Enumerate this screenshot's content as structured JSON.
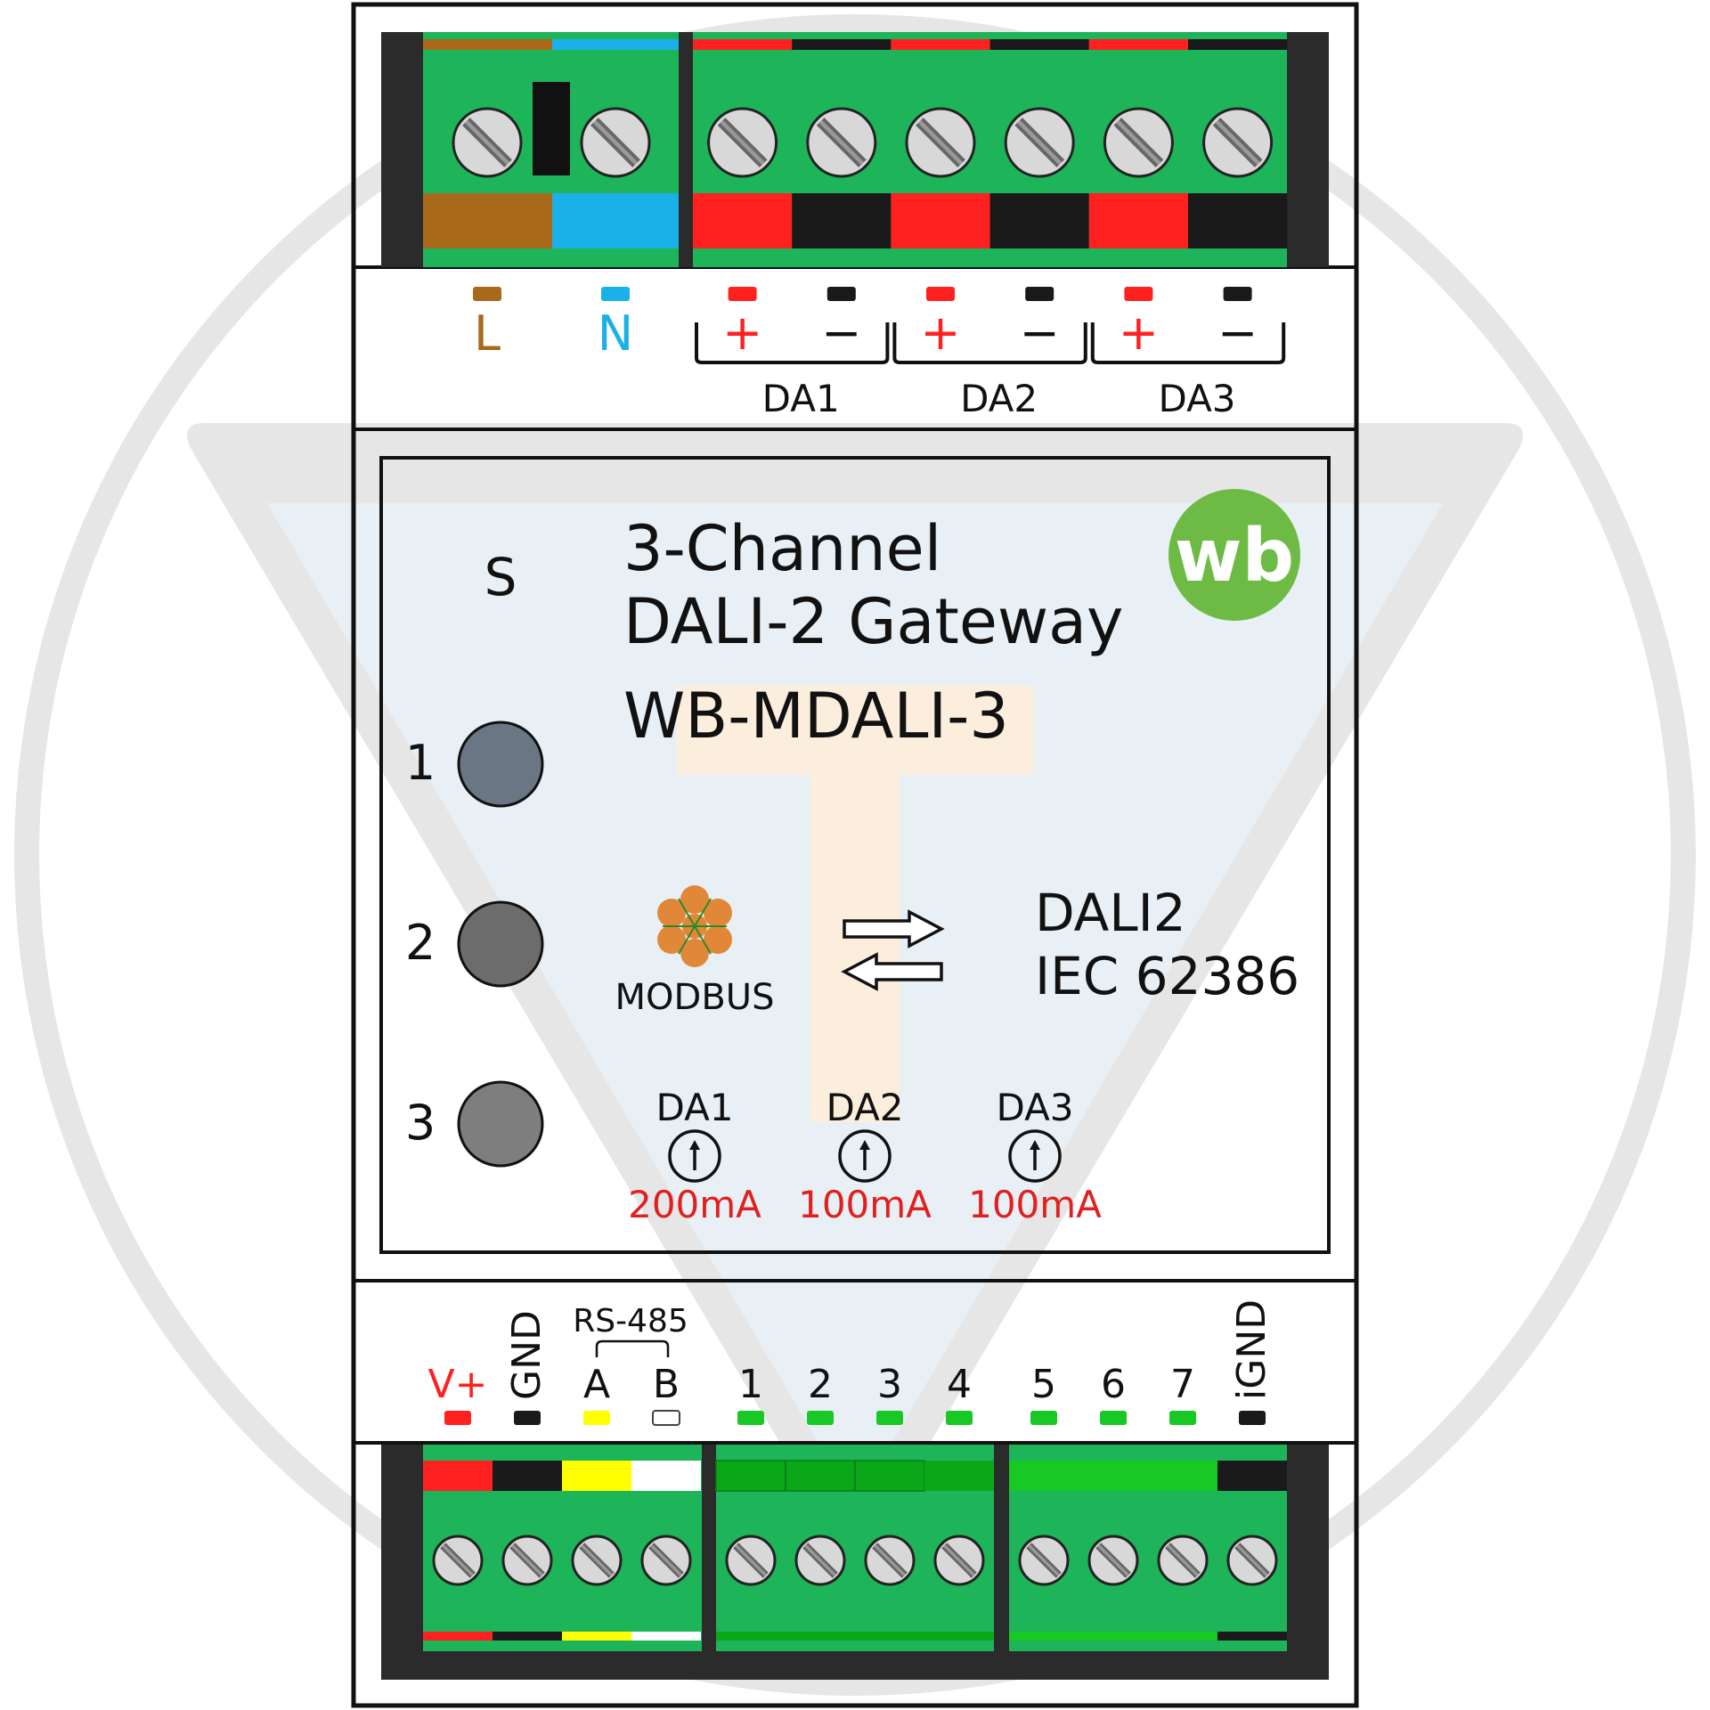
{
  "watermark": {
    "letter": "T"
  },
  "top_terminals": {
    "power_labels": {
      "L": "L",
      "N": "N"
    },
    "plus": "+",
    "minus": "−",
    "groups": [
      "DA1",
      "DA2",
      "DA3"
    ]
  },
  "panel": {
    "status_label": "S",
    "led_labels": [
      "1",
      "2",
      "3"
    ],
    "title_line1": "3-Channel",
    "title_line2": "DALI-2 Gateway",
    "model": "WB-MDALI-3",
    "logo_text": "wb",
    "modbus_label": "MODBUS",
    "standard_line1": "DALI2",
    "standard_line2": "IEC 62386",
    "channels": [
      {
        "name": "DA1",
        "current": "200mA"
      },
      {
        "name": "DA2",
        "current": "100mA"
      },
      {
        "name": "DA3",
        "current": "100mA"
      }
    ]
  },
  "bottom_terminals": {
    "rs485_label": "RS-485",
    "labels": [
      "V+",
      "GND",
      "A",
      "B",
      "1",
      "2",
      "3",
      "4",
      "5",
      "6",
      "7",
      "iGND"
    ]
  },
  "colors": {
    "terminal_green": "#1eb45a",
    "live_brown": "#a86a1a",
    "neutral_blue": "#1ab0e8",
    "dali_red": "#ff2020",
    "dali_black": "#1a1a1a",
    "rs485_a_yellow": "#ffff00",
    "input_green": "#18c824",
    "logo_green": "#6dbb44",
    "current_red": "#e02020"
  }
}
